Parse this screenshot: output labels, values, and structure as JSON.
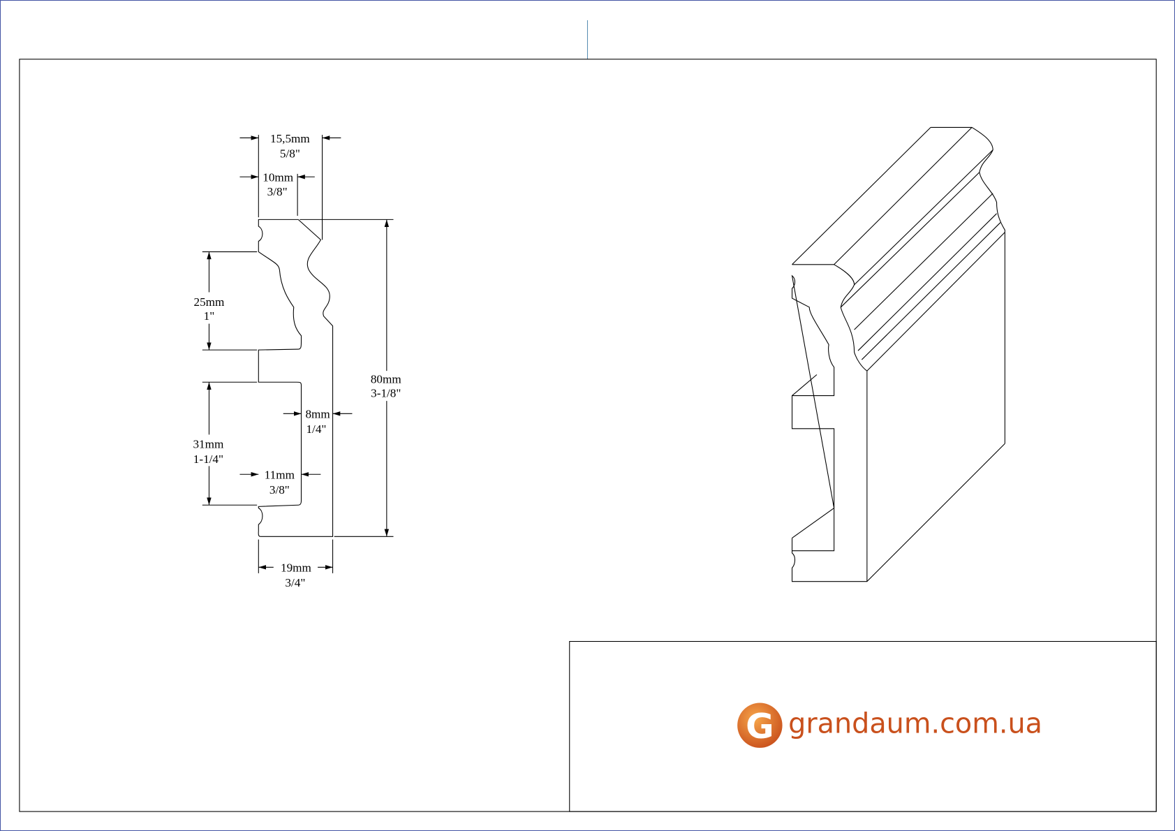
{
  "drawing": {
    "dimensions": {
      "top_width": {
        "mm": "15,5mm",
        "inch": "5/8\""
      },
      "top_inner": {
        "mm": "10mm",
        "inch": "3/8\""
      },
      "upper_height": {
        "mm": "25mm",
        "inch": "1\""
      },
      "total_height": {
        "mm": "80mm",
        "inch": "3-1/8\""
      },
      "web_thickness": {
        "mm": "8mm",
        "inch": "1/4\""
      },
      "lower_height": {
        "mm": "31mm",
        "inch": "1-1/4\""
      },
      "lower_depth": {
        "mm": "11mm",
        "inch": "3/8\""
      },
      "bottom_width": {
        "mm": "19mm",
        "inch": "3/4\""
      }
    }
  },
  "title_block": {
    "logo_letter": "G",
    "website": "grandaum.com.ua",
    "brand_color": "#d9641e"
  }
}
